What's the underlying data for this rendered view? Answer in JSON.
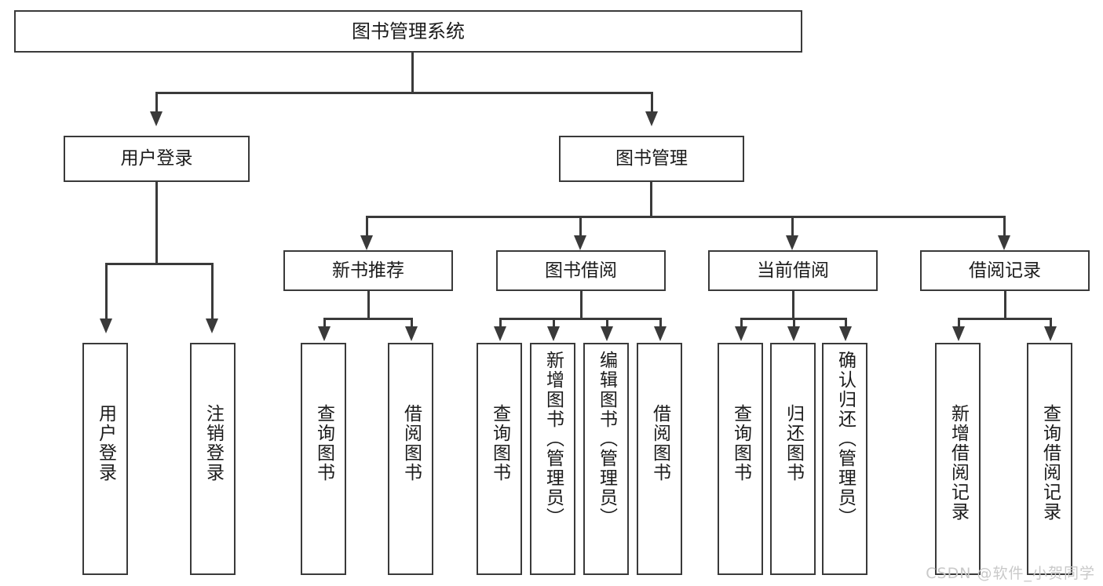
{
  "diagram": {
    "title": "图书管理系统",
    "watermark": "CSDN @软件_小贺同学",
    "colors": {
      "stroke": "#3a3a3a",
      "text": "#1b1b1b",
      "background": "#ffffff",
      "watermark": "#c9c9c9"
    },
    "root": {
      "label": "图书管理系统"
    },
    "level2": [
      {
        "label": "用户登录"
      },
      {
        "label": "图书管理"
      }
    ],
    "level3": [
      {
        "label": "新书推荐"
      },
      {
        "label": "图书借阅"
      },
      {
        "label": "当前借阅"
      },
      {
        "label": "借阅记录"
      }
    ],
    "leaves": {
      "user_login": [
        {
          "label": "用户登录"
        },
        {
          "label": "注销登录"
        }
      ],
      "new_book_recommend": [
        {
          "label": "查询图书"
        },
        {
          "label": "借阅图书"
        }
      ],
      "book_borrow": [
        {
          "label": "查询图书"
        },
        {
          "label": "新增图书（管理员）"
        },
        {
          "label": "编辑图书（管理员）"
        },
        {
          "label": "借阅图书"
        }
      ],
      "current_borrow": [
        {
          "label": "查询图书"
        },
        {
          "label": "归还图书"
        },
        {
          "label": "确认归还（管理员）"
        }
      ],
      "borrow_record": [
        {
          "label": "新增借阅记录"
        },
        {
          "label": "查询借阅记录"
        }
      ]
    }
  }
}
